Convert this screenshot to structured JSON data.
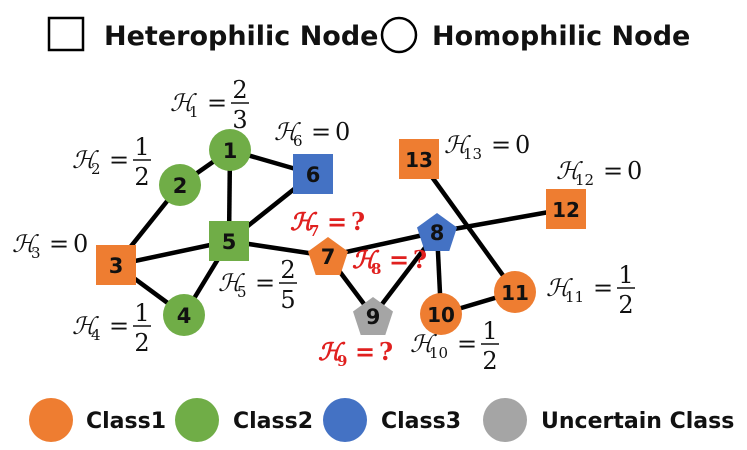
{
  "header": {
    "heterophilic_label": "Heterophilic Node",
    "homophilic_label": "Homophilic Node"
  },
  "colors": {
    "class1": "#ee7d31",
    "class2": "#70ad47",
    "class3": "#4472c4",
    "uncertain": "#a5a5a5",
    "unknown_homophily": "#e0201f"
  },
  "legend": {
    "class1": "Class1",
    "class2": "Class2",
    "class3": "Class3",
    "uncertain": "Uncertain Class"
  },
  "nodes": [
    {
      "id": "1",
      "label": "1",
      "shape": "circle",
      "class": "class2"
    },
    {
      "id": "2",
      "label": "2",
      "shape": "circle",
      "class": "class2"
    },
    {
      "id": "3",
      "label": "3",
      "shape": "square",
      "class": "class1"
    },
    {
      "id": "4",
      "label": "4",
      "shape": "circle",
      "class": "class2"
    },
    {
      "id": "5",
      "label": "5",
      "shape": "square",
      "class": "class2"
    },
    {
      "id": "6",
      "label": "6",
      "shape": "square",
      "class": "class3"
    },
    {
      "id": "7",
      "label": "7",
      "shape": "pentagon",
      "class": "class1"
    },
    {
      "id": "8",
      "label": "8",
      "shape": "pentagon",
      "class": "class3"
    },
    {
      "id": "9",
      "label": "9",
      "shape": "pentagon",
      "class": "uncertain"
    },
    {
      "id": "10",
      "label": "10",
      "shape": "circle",
      "class": "class1"
    },
    {
      "id": "11",
      "label": "11",
      "shape": "circle",
      "class": "class1"
    },
    {
      "id": "12",
      "label": "12",
      "shape": "square",
      "class": "class1"
    },
    {
      "id": "13",
      "label": "13",
      "shape": "square",
      "class": "class1"
    }
  ],
  "edges": [
    [
      "1",
      "2"
    ],
    [
      "1",
      "6"
    ],
    [
      "1",
      "5"
    ],
    [
      "2",
      "3"
    ],
    [
      "3",
      "5"
    ],
    [
      "3",
      "4"
    ],
    [
      "4",
      "5"
    ],
    [
      "5",
      "6"
    ],
    [
      "5",
      "7"
    ],
    [
      "7",
      "8"
    ],
    [
      "7",
      "9"
    ],
    [
      "8",
      "9"
    ],
    [
      "8",
      "10"
    ],
    [
      "8",
      "12"
    ],
    [
      "13",
      "11"
    ],
    [
      "10",
      "11"
    ]
  ],
  "homophily": {
    "symbol": "ℋ",
    "items": [
      {
        "node": "1",
        "sub": "1",
        "value": "2/3",
        "known": true
      },
      {
        "node": "2",
        "sub": "2",
        "value": "1/2",
        "known": true
      },
      {
        "node": "3",
        "sub": "3",
        "value": "0",
        "known": true
      },
      {
        "node": "4",
        "sub": "4",
        "value": "1/2",
        "known": true
      },
      {
        "node": "5",
        "sub": "5",
        "value": "2/5",
        "known": true
      },
      {
        "node": "6",
        "sub": "6",
        "value": "0",
        "known": true
      },
      {
        "node": "7",
        "sub": "7",
        "value": "?",
        "known": false
      },
      {
        "node": "8",
        "sub": "8",
        "value": "?",
        "known": false
      },
      {
        "node": "9",
        "sub": "9",
        "value": "?",
        "known": false
      },
      {
        "node": "10",
        "sub": "10",
        "value": "1/2",
        "known": true
      },
      {
        "node": "11",
        "sub": "11",
        "value": "1/2",
        "known": true
      },
      {
        "node": "12",
        "sub": "12",
        "value": "0",
        "known": true
      },
      {
        "node": "13",
        "sub": "13",
        "value": "0",
        "known": true
      }
    ]
  }
}
